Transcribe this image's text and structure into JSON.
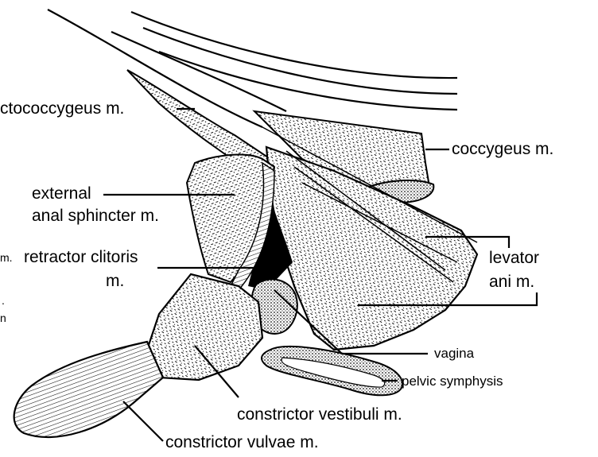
{
  "colors": {
    "ink": "#000000",
    "paper": "#ffffff",
    "stipple": "#1a1a1a"
  },
  "labels": {
    "coccygeus_partial": "ctococcygeus m.",
    "coccygeus": "coccygeus m.",
    "external": "external",
    "anal_sphincter": "anal sphincter m.",
    "partial_m": "m.",
    "retractor_clitoris": "retractor clitoris",
    "retractor_m": "m.",
    "partial_dot": ".",
    "partial_n": "n",
    "levator": "levator",
    "ani": "ani m.",
    "vagina": "vagina",
    "pelvic_symphysis": "pelvic symphysis",
    "constrictor_vestibuli": "constrictor vestibuli m.",
    "constrictor_vulvae": "constrictor vulvae m."
  }
}
